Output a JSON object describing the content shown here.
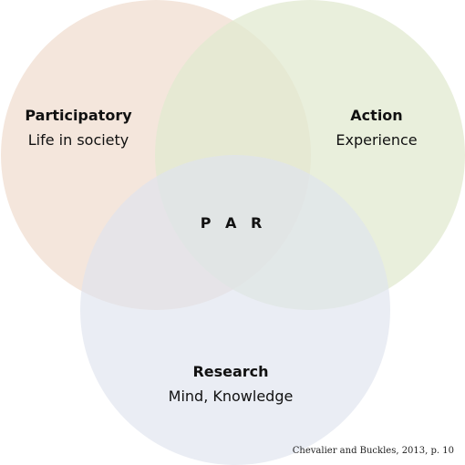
{
  "circles": [
    {
      "key": "participatory",
      "color": "#f0ddd0"
    },
    {
      "key": "action",
      "color": "#e2ead0"
    },
    {
      "key": "research",
      "color": "#dfe4ee"
    }
  ],
  "participatory": {
    "title": "Participatory",
    "subtitle": "Life in society"
  },
  "action": {
    "title": "Action",
    "subtitle": "Experience"
  },
  "research": {
    "title": "Research",
    "subtitle": "Mind, Knowledge"
  },
  "center": {
    "label": "P A R"
  },
  "citation": "Chevalier and Buckles, 2013, p. 10"
}
